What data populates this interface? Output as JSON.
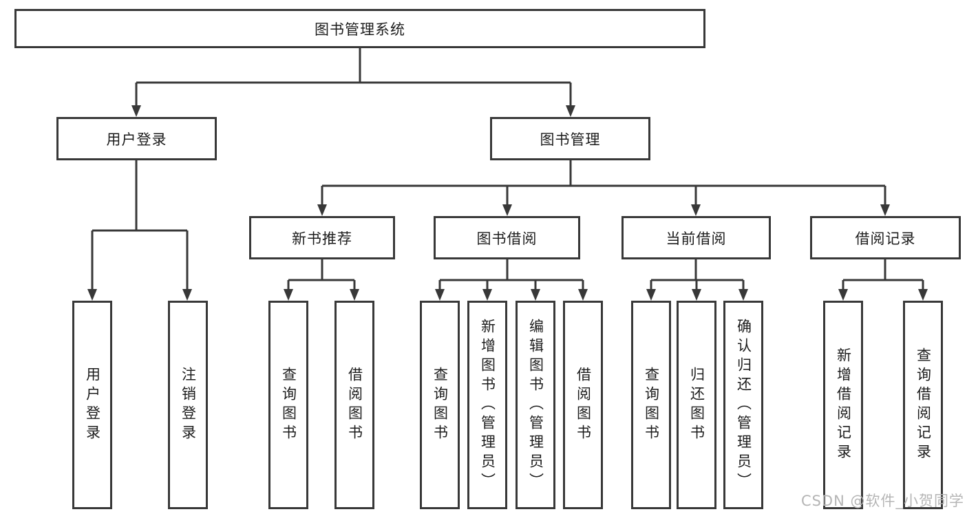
{
  "nodes": {
    "root": {
      "label": "图书管理系统"
    },
    "level2": [
      {
        "key": "user-login",
        "label": "用户登录"
      },
      {
        "key": "book-management",
        "label": "图书管理"
      }
    ],
    "level3": [
      {
        "key": "new-book-recommend",
        "label": "新书推荐"
      },
      {
        "key": "book-borrow",
        "label": "图书借阅"
      },
      {
        "key": "current-borrow",
        "label": "当前借阅"
      },
      {
        "key": "borrow-records",
        "label": "借阅记录"
      }
    ],
    "leaves": {
      "user_login": [
        {
          "label": "用户登录"
        },
        {
          "label": "注销登录"
        }
      ],
      "new_book_recommend": [
        {
          "label": "查询图书"
        },
        {
          "label": "借阅图书"
        }
      ],
      "book_borrow": [
        {
          "label": "查询图书"
        },
        {
          "label": "新增图书（管理员）"
        },
        {
          "label": "编辑图书（管理员）"
        },
        {
          "label": "借阅图书"
        }
      ],
      "current_borrow": [
        {
          "label": "查询图书"
        },
        {
          "label": "归还图书"
        },
        {
          "label": "确认归还（管理员）"
        }
      ],
      "borrow_records": [
        {
          "label": "新增借阅记录"
        },
        {
          "label": "查询借阅记录"
        }
      ]
    }
  },
  "watermark": {
    "text": "CSDN @软件_小贺同学"
  },
  "colors": {
    "line": "#383838",
    "text": "#1c1c1c",
    "box_fill": "#ffffff",
    "background": "#ffffff",
    "watermark": "#b5b5b5"
  }
}
